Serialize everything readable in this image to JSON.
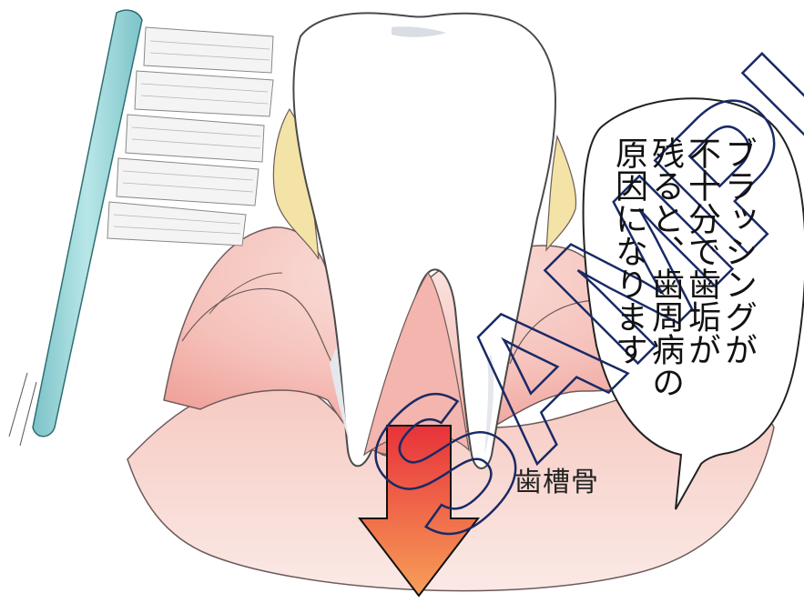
{
  "speech_bubble": {
    "columns": [
      "ブラッシングが",
      "不十分で歯垢が",
      "残ると、歯周病の",
      "原因になります"
    ]
  },
  "labels": {
    "alveolar_bone": "歯槽骨"
  },
  "watermark": "SAMPLE",
  "colors": {
    "gum_light": "#f7c9c2",
    "gum_dark": "#ef9f96",
    "tooth": "#ffffff",
    "tooth_shadow": "#d9dde4",
    "plaque": "#f3e3a6",
    "toothbrush_handle": "#8ecfd3",
    "arrow_top": "#e8323a",
    "arrow_bottom": "#f39a53",
    "watermark_stroke": "#1a2a66"
  }
}
